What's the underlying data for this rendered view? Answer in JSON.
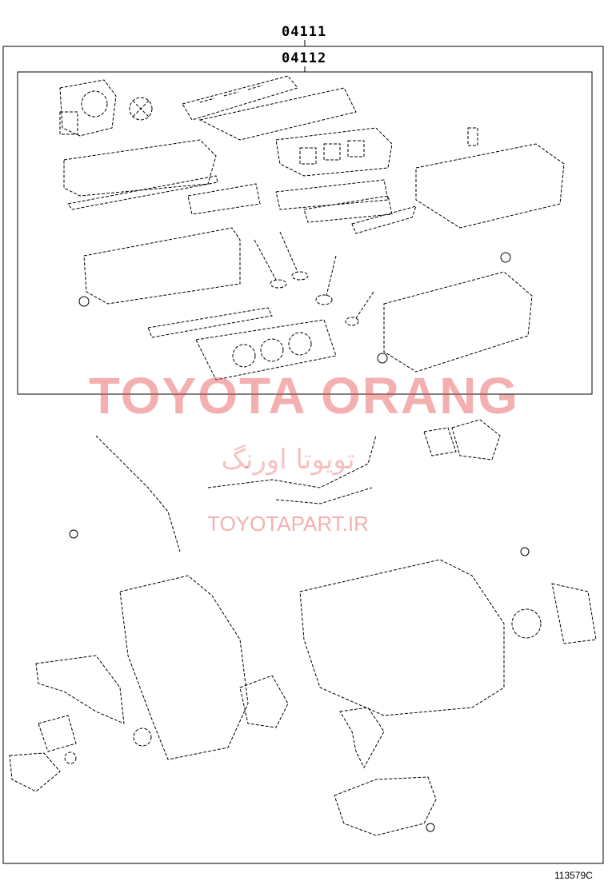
{
  "part_codes": {
    "outer_set": "04111",
    "inner_set": "04112"
  },
  "watermark": {
    "brand": "TOYOTA ORANG",
    "brand_fa": "تویوتا اورنگ",
    "url": "TOYOTAPART.IR"
  },
  "drawing_id": "113579C"
}
